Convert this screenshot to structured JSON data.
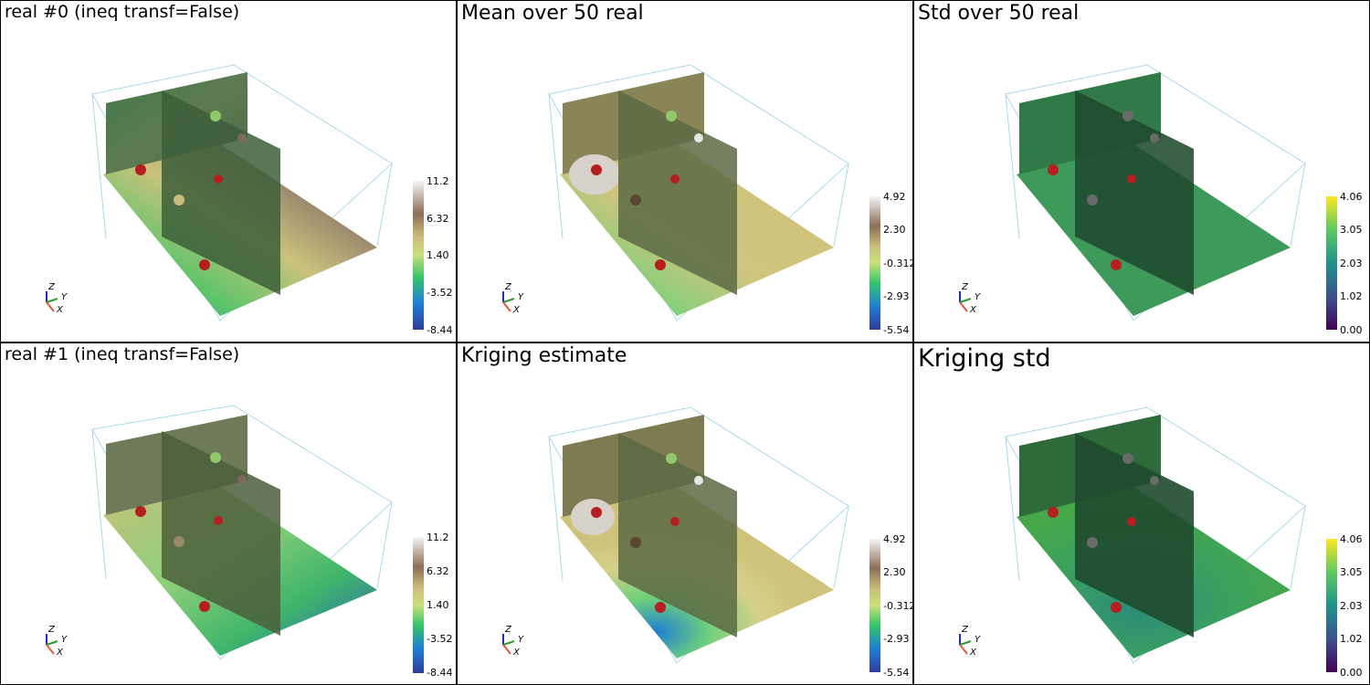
{
  "colors": {
    "box_edge": "#a9d8e8",
    "well_red": "#b51f1f",
    "axis_x": "#e2543c",
    "axis_y": "#2e9a2e",
    "axis_z": "#1a2fbf"
  },
  "panels": [
    {
      "title": "real #0 (ineq transf=False)",
      "colormap": "gist_earth",
      "ticks": [
        "11.2",
        "6.32",
        "1.40",
        "-3.52",
        "-8.44"
      ]
    },
    {
      "title": "Mean over 50 real",
      "colormap": "gist_earth",
      "ticks": [
        "4.92",
        "2.30",
        "-0.312",
        "-2.93",
        "-5.54"
      ]
    },
    {
      "title": "Std over 50 real",
      "colormap": "viridis",
      "ticks": [
        "4.06",
        "3.05",
        "2.03",
        "1.02",
        "0.00"
      ]
    },
    {
      "title": "real #1 (ineq transf=False)",
      "colormap": "gist_earth",
      "ticks": [
        "11.2",
        "6.32",
        "1.40",
        "-3.52",
        "-8.44"
      ]
    },
    {
      "title": "Kriging estimate",
      "colormap": "gist_earth",
      "ticks": [
        "4.92",
        "2.30",
        "-0.312",
        "-2.93",
        "-5.54"
      ]
    },
    {
      "title": "Kriging std",
      "colormap": "viridis",
      "ticks": [
        "4.06",
        "3.05",
        "2.03",
        "1.02",
        "0.00"
      ]
    }
  ],
  "orientation_axes": {
    "x": "X",
    "y": "Y",
    "z": "Z"
  }
}
